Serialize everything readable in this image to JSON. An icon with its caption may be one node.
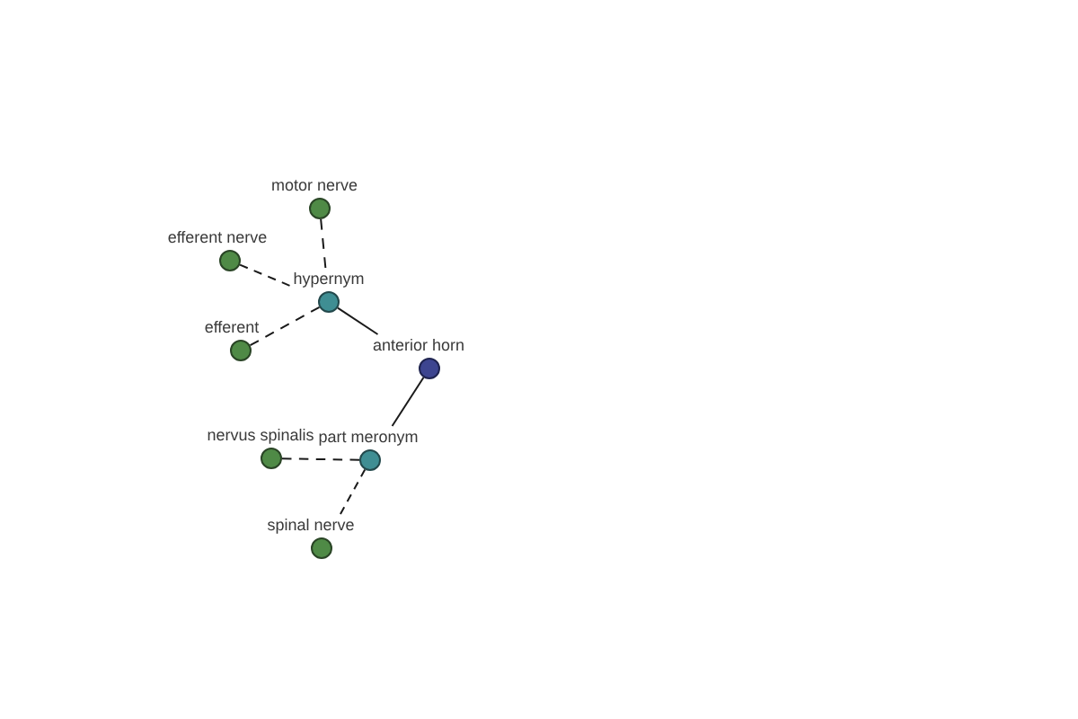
{
  "diagram": {
    "nodes": [
      {
        "text": [
          "motor nerve"
        ]
      },
      {
        "text": [
          "efferent nerve"
        ]
      },
      {
        "text": [
          "hypernym"
        ]
      },
      {
        "text": [
          "efferent"
        ]
      },
      {
        "text": [
          "anterior horn"
        ]
      },
      {
        "text": [
          "nervus spinalis"
        ]
      },
      {
        "text": [
          "part meronym"
        ]
      },
      {
        "text": [
          "spinal nerve"
        ]
      }
    ],
    "edges": [
      {
        "from": 4,
        "to": 2,
        "arrow": "none"
      },
      {
        "from": 2,
        "to": 0,
        "arrow": "none",
        "style": "dashed"
      },
      {
        "from": 2,
        "to": 1,
        "arrow": "none",
        "style": "dashed"
      },
      {
        "from": 2,
        "to": 3,
        "arrow": "none",
        "style": "dashed"
      },
      {
        "from": 4,
        "to": 6,
        "arrow": "none"
      },
      {
        "from": 6,
        "to": 5,
        "arrow": "none",
        "style": "dashed"
      },
      {
        "from": 6,
        "to": 7,
        "arrow": "none",
        "style": "dashed"
      }
    ]
  }
}
